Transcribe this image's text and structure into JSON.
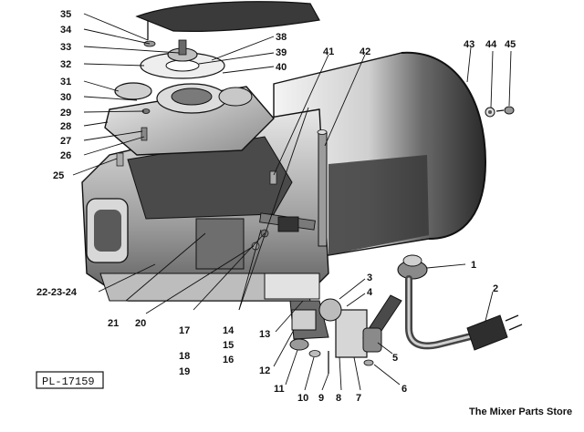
{
  "part_numbers": {
    "n1": "1",
    "n2": "2",
    "n3": "3",
    "n4": "4",
    "n5": "5",
    "n6": "6",
    "n7": "7",
    "n8": "8",
    "n9": "9",
    "n10": "10",
    "n11": "11",
    "n12": "12",
    "n13": "13",
    "n14": "14",
    "n15": "15",
    "n16": "16",
    "n17": "17",
    "n18": "18",
    "n19": "19",
    "n20": "20",
    "n21": "21",
    "n22_24": "22-23-24",
    "n25": "25",
    "n26": "26",
    "n27": "27",
    "n28": "28",
    "n29": "29",
    "n30": "30",
    "n31": "31",
    "n32": "32",
    "n33": "33",
    "n34": "34",
    "n35": "35",
    "n38": "38",
    "n39": "39",
    "n40": "40",
    "n41": "41",
    "n42": "42",
    "n43": "43",
    "n44": "44",
    "n45": "45"
  },
  "plate_id": "PL-17159",
  "store_credit": "The Mixer Parts Store",
  "colors": {
    "ink": "#111111",
    "paper": "#ffffff",
    "shade": "#3a3a3a",
    "mid": "#9a9a9a"
  }
}
